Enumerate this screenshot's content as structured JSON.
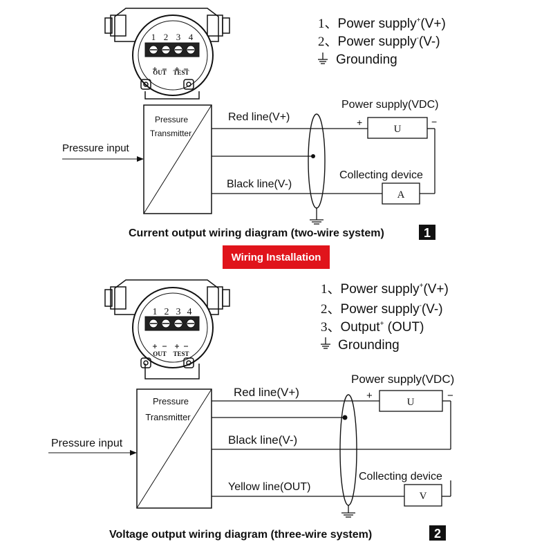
{
  "diagram1": {
    "legend": [
      {
        "num": "1、",
        "label": "Power supply",
        "sup": "+",
        "suffix": "(V+)"
      },
      {
        "num": "2、",
        "label": "Power supply",
        "sup": "-",
        "suffix": "(V-)"
      },
      {
        "num": "",
        "label": "Grounding",
        "sup": "",
        "suffix": ""
      }
    ],
    "terminal_numbers": [
      "1",
      "2",
      "3",
      "4"
    ],
    "terminal_out": "OUT",
    "terminal_test": "TEST",
    "transmitter_line1": "Pressure",
    "transmitter_line2": "Transmitter",
    "pressure_input": "Pressure input",
    "red_line": "Red line(V+)",
    "black_line": "Black line(V-)",
    "power_supply": "Power supply(VDC)",
    "plus": "+",
    "minus": "−",
    "meter_u": "U",
    "collecting_device": "Collecting device",
    "meter_a": "A",
    "caption": "Current output wiring diagram (two-wire system)",
    "caption_num": "1"
  },
  "banner": "Wiring Installation",
  "diagram2": {
    "legend": [
      {
        "num": "1、",
        "label": "Power supply",
        "sup": "+",
        "suffix": "(V+)"
      },
      {
        "num": "2、",
        "label": "Power supply",
        "sup": "-",
        "suffix": "(V-)"
      },
      {
        "num": "3、",
        "label": "Output",
        "sup": "+",
        "suffix": " (OUT)"
      },
      {
        "num": "",
        "label": "Grounding",
        "sup": "",
        "suffix": ""
      }
    ],
    "terminal_numbers": [
      "1",
      "2",
      "3",
      "4"
    ],
    "terminal_out": "OUT",
    "terminal_test": "TEST",
    "transmitter_line1": "Pressure",
    "transmitter_line2": "Transmitter",
    "pressure_input": "Pressure input",
    "red_line": "Red line(V+)",
    "black_line": "Black line(V-)",
    "yellow_line": "Yellow line(OUT)",
    "power_supply": "Power supply(VDC)",
    "plus": "+",
    "minus": "−",
    "meter_u": "U",
    "collecting_device": "Collecting device",
    "meter_v": "V",
    "caption": "Voltage output wiring diagram (three-wire system)",
    "caption_num": "2"
  }
}
